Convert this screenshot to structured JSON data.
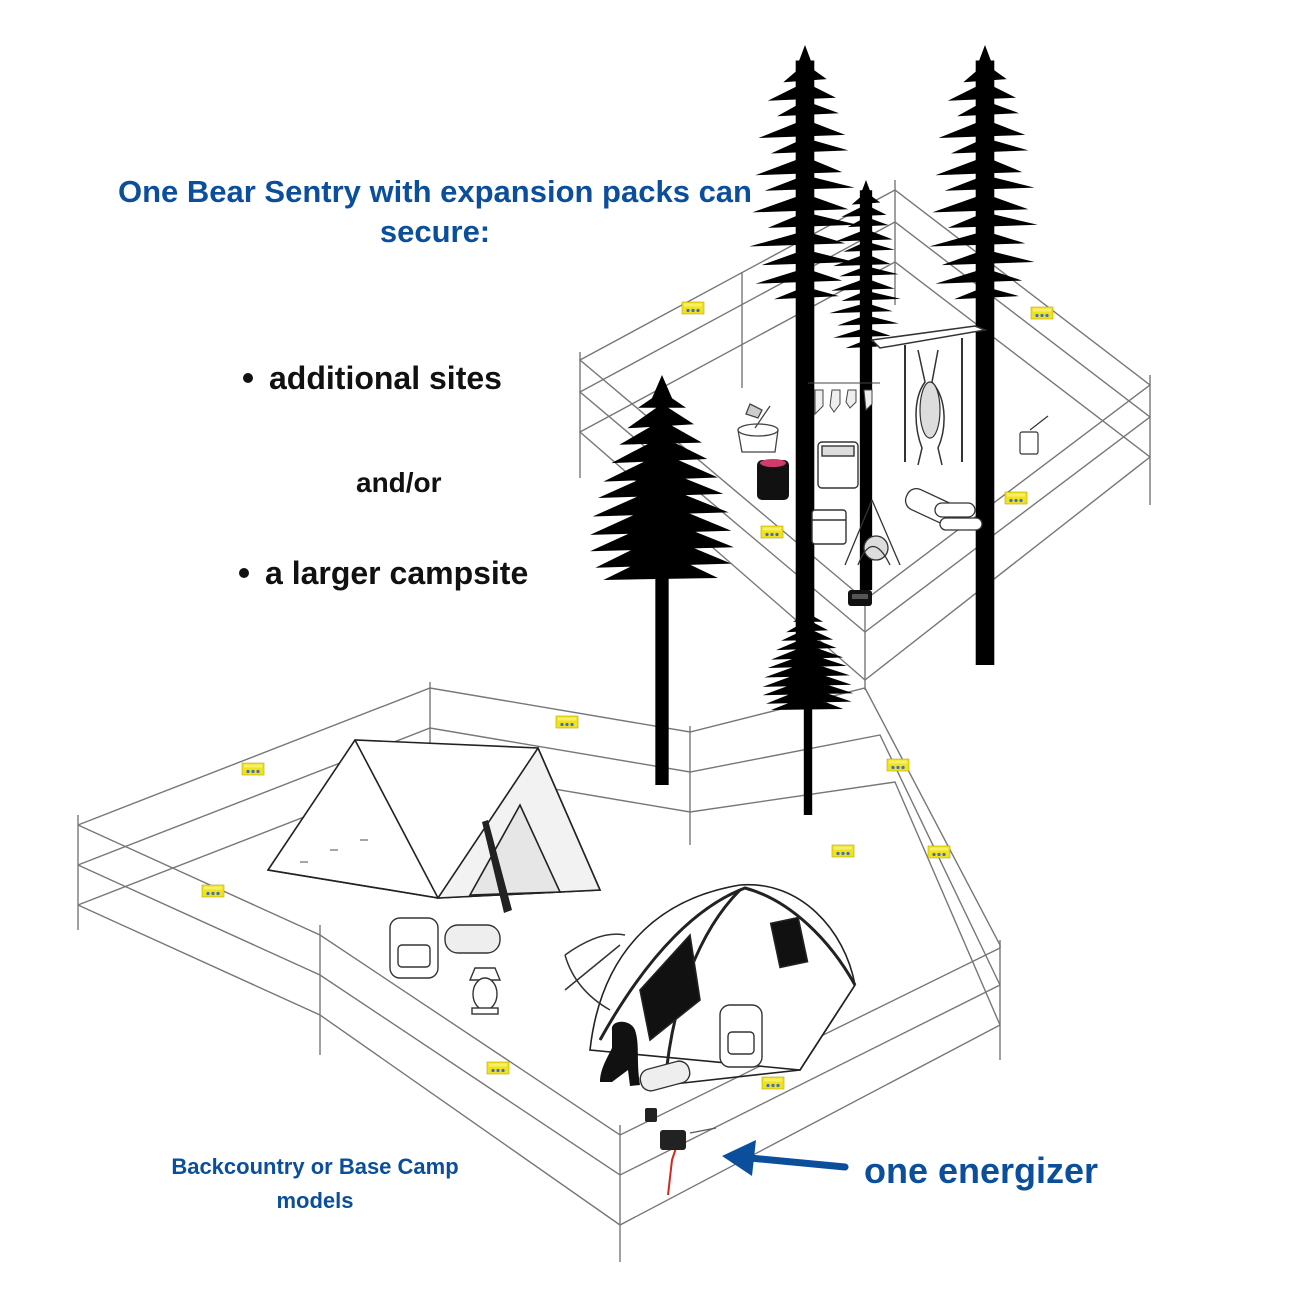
{
  "headline": "One Bear Sentry with expansion packs can secure:",
  "bullets": [
    "additional sites",
    "a larger campsite"
  ],
  "connector": "and/or",
  "caption_models": "Backcountry or Base Camp models",
  "callout_energizer": "one energizer",
  "sign_label": "WARNING",
  "colors": {
    "text_blue": "#0b4f9c",
    "text_black": "#111111",
    "sign_yellow": "#f2e21a",
    "tree_black": "#000000",
    "wire_gray": "#777777",
    "lead_red": "#d22a1e"
  },
  "icons": [
    "tree-icon",
    "a-frame-tent-icon",
    "dome-tent-icon",
    "dog-icon",
    "backpack-icon",
    "lantern-icon",
    "bow-icon",
    "rifle-icon",
    "cooler-icon",
    "stump-axe-icon",
    "hanging-game-icon",
    "campfire-icon",
    "firewood-icon",
    "energizer-icon",
    "arrow-icon",
    "warning-sign-icon"
  ]
}
